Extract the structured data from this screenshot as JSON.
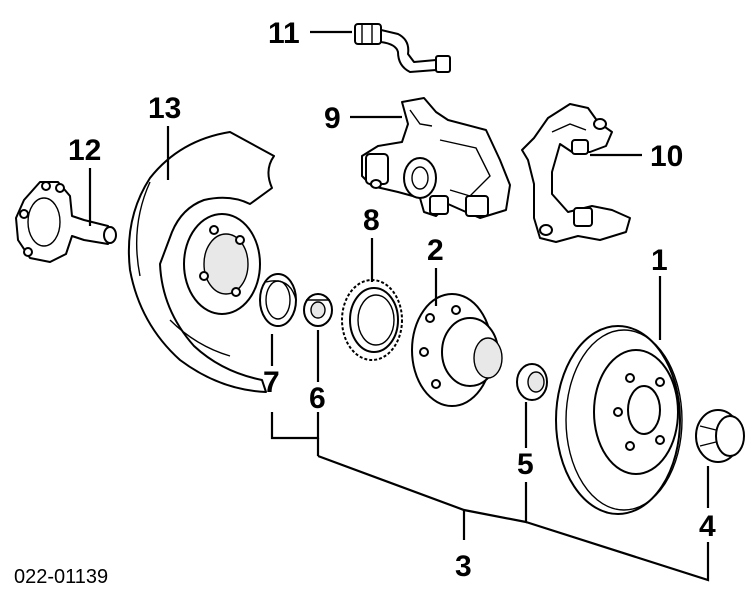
{
  "diagram": {
    "callouts": [
      {
        "id": "c1",
        "label": "1"
      },
      {
        "id": "c2",
        "label": "2"
      },
      {
        "id": "c3",
        "label": "3"
      },
      {
        "id": "c4",
        "label": "4"
      },
      {
        "id": "c5",
        "label": "5"
      },
      {
        "id": "c6",
        "label": "6"
      },
      {
        "id": "c7",
        "label": "7"
      },
      {
        "id": "c8",
        "label": "8"
      },
      {
        "id": "c9",
        "label": "9"
      },
      {
        "id": "c10",
        "label": "10"
      },
      {
        "id": "c11",
        "label": "11"
      },
      {
        "id": "c12",
        "label": "12"
      },
      {
        "id": "c13",
        "label": "13"
      }
    ],
    "drawing_code": "022-01139"
  }
}
